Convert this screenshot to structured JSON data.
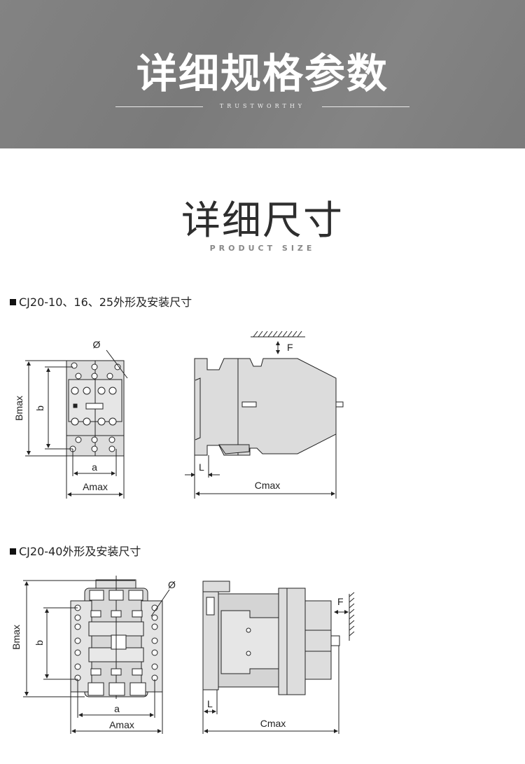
{
  "banner": {
    "title": "详细规格参数",
    "subtitle": "TRUSTWORTHY"
  },
  "section": {
    "title": "详细尺寸",
    "subtitle": "PRODUCT SIZE"
  },
  "diagrams": [
    {
      "heading": "CJ20-10、16、25外形及安装尺寸",
      "labels": {
        "phi": "Ø",
        "bmax": "Bmax",
        "b": "b",
        "a": "a",
        "amax": "Amax",
        "f": "F",
        "l": "L",
        "cmax": "Cmax"
      }
    },
    {
      "heading": "CJ20-40外形及安装尺寸",
      "labels": {
        "phi": "Ø",
        "bmax": "Bmax",
        "b": "b",
        "a": "a",
        "amax": "Amax",
        "f": "F",
        "l": "L",
        "cmax": "Cmax"
      }
    }
  ]
}
